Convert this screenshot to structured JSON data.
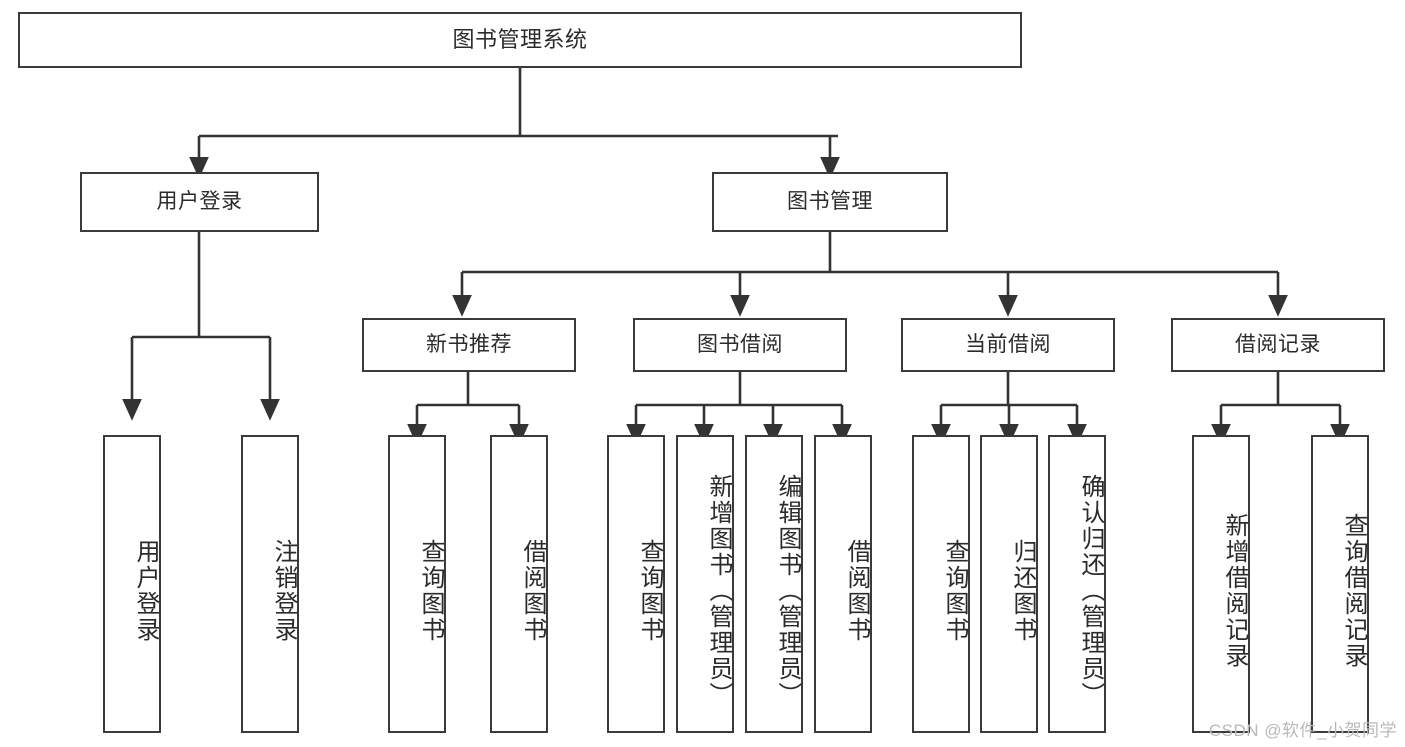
{
  "diagram": {
    "title": "图书管理系统",
    "type": "tree",
    "watermark": "CSDN @软件_小贺同学",
    "colors": {
      "border": "#3a3a3a",
      "text": "#2b2b2b",
      "background": "#ffffff",
      "watermark": "#b9b9b9"
    },
    "nodes": {
      "root": "图书管理系统",
      "level2": {
        "user_login": "用户登录",
        "book_management": "图书管理"
      },
      "level3": {
        "new_book_recommend": "新书推荐",
        "book_borrow": "图书借阅",
        "current_borrow": "当前借阅",
        "borrow_record": "借阅记录"
      },
      "leaves": {
        "user_login_children": [
          "用户登录",
          "注销登录"
        ],
        "new_book_recommend_children": [
          "查询图书",
          "借阅图书"
        ],
        "book_borrow_children": [
          "查询图书",
          "新增图书（管理员）",
          "编辑图书（管理员）",
          "借阅图书"
        ],
        "current_borrow_children": [
          "查询图书",
          "归还图书",
          "确认归还（管理员）"
        ],
        "borrow_record_children": [
          "新增借阅记录",
          "查询借阅记录"
        ]
      }
    }
  }
}
